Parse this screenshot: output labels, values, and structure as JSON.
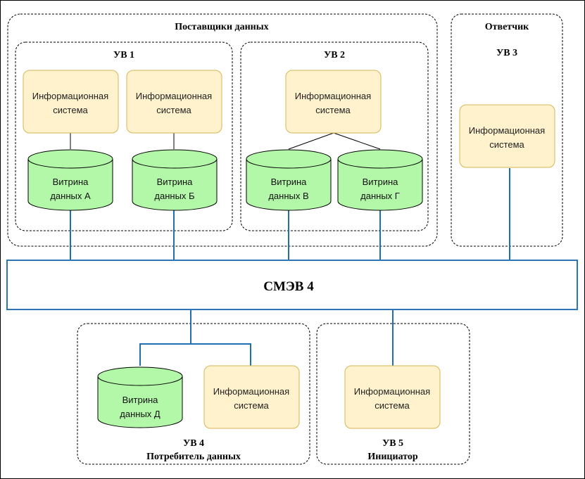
{
  "groups": {
    "suppliers": "Поставщики данных",
    "responder": "Ответчик",
    "consumer": "Потребитель данных",
    "initiator": "Инициатор"
  },
  "uv": {
    "uv1": "УВ 1",
    "uv2": "УВ 2",
    "uv3": "УВ 3",
    "uv4": "УВ 4",
    "uv5": "УВ 5"
  },
  "bus_label": "СМЭВ 4",
  "info_system": [
    "Информационная",
    "система"
  ],
  "storefront": {
    "a": [
      "Витрина",
      "данных А"
    ],
    "b": [
      "Витрина",
      "данных Б"
    ],
    "v": [
      "Витрина",
      "данных В"
    ],
    "g": [
      "Витрина",
      "данных Г"
    ],
    "d": [
      "Витрина",
      "данных Д"
    ]
  },
  "colors": {
    "info_fill": "#fff2cc",
    "info_stroke": "#d6b656",
    "db_fill": "#b3f7a8",
    "db_stroke": "#000000",
    "bus_stroke": "#2e75b6",
    "link": "#1f6fb2"
  }
}
